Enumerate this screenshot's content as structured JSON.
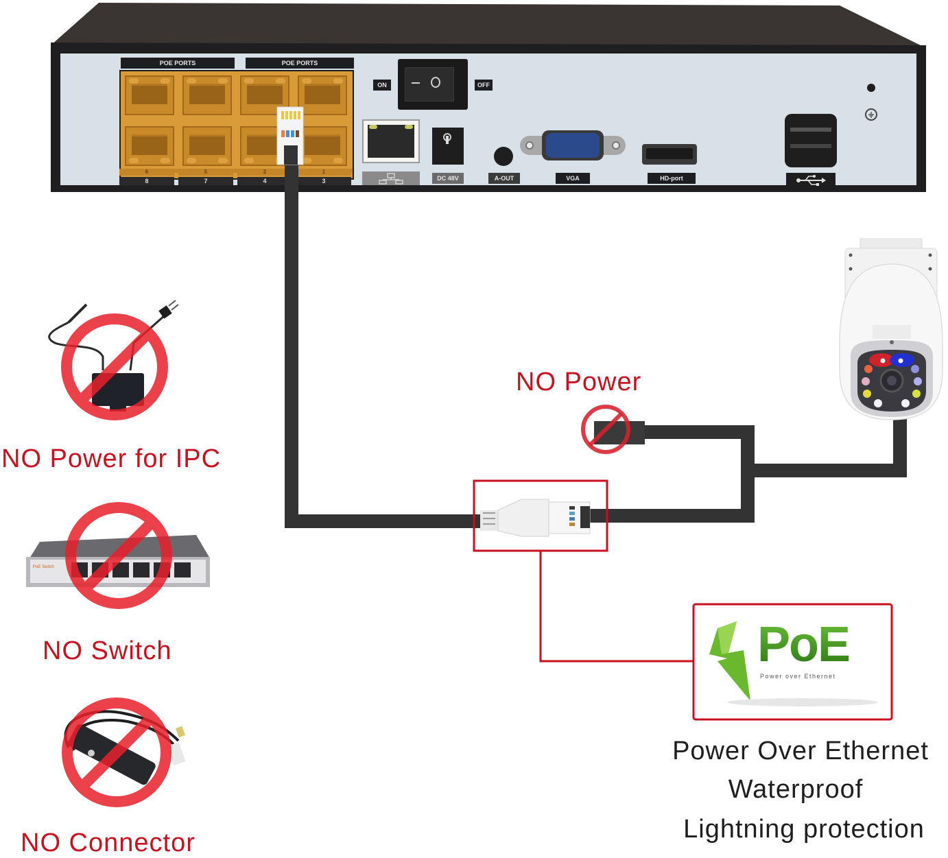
{
  "nvr": {
    "poe_ports_labels": [
      "POE PORTS",
      "POE PORTS"
    ],
    "port_numbers_top": [
      "6",
      "5",
      "2",
      "1"
    ],
    "port_numbers_bottom": [
      "8",
      "7",
      "4",
      "3"
    ],
    "switch_on_label": "ON",
    "switch_off_label": "OFF",
    "power_label": "DC 48V",
    "audio_label": "A-OUT",
    "vga_label": "VGA",
    "hdmi_label": "HD-port"
  },
  "callouts": {
    "no_power": "NO Power",
    "feature_lines": [
      "Power Over Ethernet",
      "Waterproof",
      "Lightning protection"
    ]
  },
  "poe_logo": {
    "title": "PoE",
    "subtitle": "Power over Ethernet"
  },
  "prohibited_items": [
    {
      "label": "NO Power for IPC",
      "icon": "power-adapter-icon"
    },
    {
      "label": "NO Switch",
      "icon": "network-switch-icon"
    },
    {
      "label": "NO Connector",
      "icon": "poe-splitter-icon"
    }
  ],
  "colors": {
    "prohibit_red": "#c8101e",
    "cable": "#333333",
    "poe_green": "#4a9a1e",
    "port_orange": "#c98a2a"
  }
}
